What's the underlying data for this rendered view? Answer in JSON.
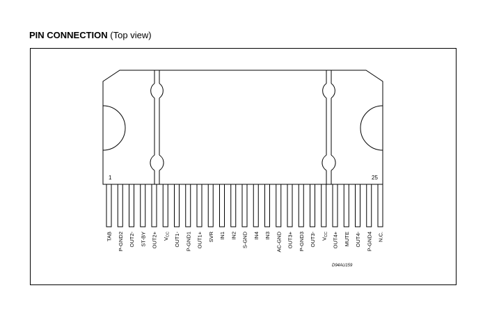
{
  "heading": {
    "title": "PIN CONNECTION",
    "subtitle": "(Top view)"
  },
  "diagram": {
    "first_pin_number": "1",
    "last_pin_number": "25",
    "drawing_code": "D94AU159",
    "pins": [
      {
        "label": "TAB"
      },
      {
        "label": "P-GND2"
      },
      {
        "label": "OUT2-"
      },
      {
        "label": "ST-BY"
      },
      {
        "label": "OUT2+"
      },
      {
        "label": "V",
        "sub": "CC"
      },
      {
        "label": "OUT1-"
      },
      {
        "label": "P-GND1"
      },
      {
        "label": "OUT1+"
      },
      {
        "label": "SVR"
      },
      {
        "label": "IN1"
      },
      {
        "label": "IN2"
      },
      {
        "label": "S-GND"
      },
      {
        "label": "IN4"
      },
      {
        "label": "IN3"
      },
      {
        "label": "AC-GND"
      },
      {
        "label": "OUT3+"
      },
      {
        "label": "P-GND3"
      },
      {
        "label": "OUT3-"
      },
      {
        "label": "V",
        "sub": "CC"
      },
      {
        "label": "OUT4+"
      },
      {
        "label": "MUTE"
      },
      {
        "label": "OUT4-"
      },
      {
        "label": "P-GND4"
      },
      {
        "label": "N.C."
      }
    ]
  }
}
